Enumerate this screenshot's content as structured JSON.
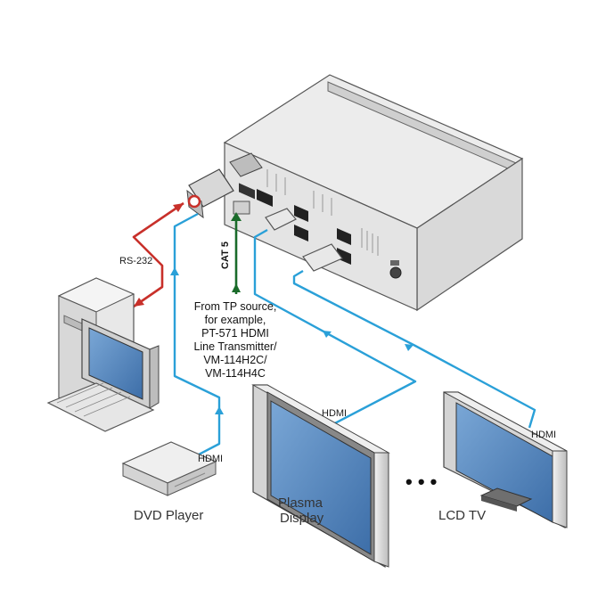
{
  "labels": {
    "rs232": "RS-232",
    "cat5": "CAT 5",
    "hdmi_dvd": "HDMI",
    "hdmi_plasma": "HDMI",
    "hdmi_lcd": "HDMI",
    "dvd_player": "DVD Player",
    "plasma_line1": "Plasma",
    "plasma_line2": "Display",
    "lcd_tv": "LCD TV",
    "ellipsis": "• • •"
  },
  "source_note": [
    "From TP source,",
    "for example,",
    "PT-571 HDMI",
    "Line Transmitter/",
    "VM-114H2C/",
    "VM-114H4C"
  ],
  "colors": {
    "rs232_cable": "#c8302a",
    "hdmi_cable": "#2aa0d8",
    "cat5_cable": "#1a6b2a",
    "device_body": "#e9e9ea",
    "screen": "#5b8fc4"
  }
}
